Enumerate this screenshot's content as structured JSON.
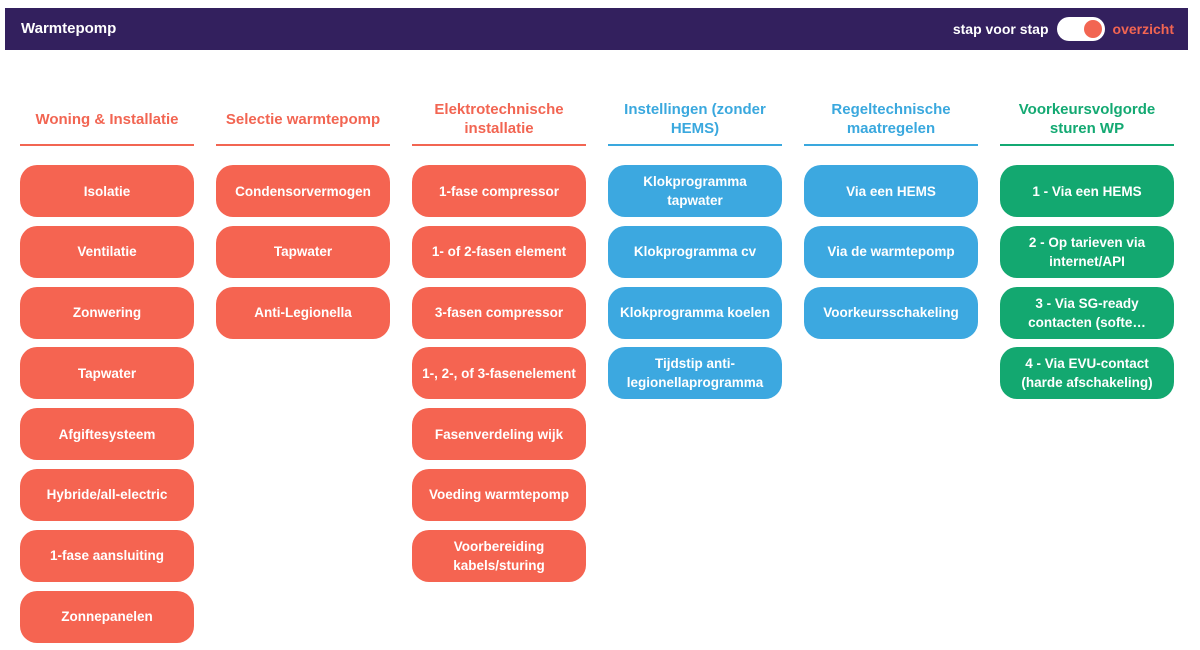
{
  "header": {
    "title": "Warmtepomp",
    "toggle_left": "stap voor stap",
    "toggle_right": "overzicht"
  },
  "colors": {
    "orange": "#f56451",
    "blue": "#3ca8e0",
    "green": "#13a870",
    "header_bg": "#33205e"
  },
  "columns": [
    {
      "title": "Woning & Installatie",
      "color": "orange",
      "items": [
        "Isolatie",
        "Ventilatie",
        "Zonwering",
        "Tapwater",
        "Afgiftesysteem",
        "Hybride/all-electric",
        "1-fase aansluiting",
        "Zonnepanelen"
      ]
    },
    {
      "title": "Selectie warmtepomp",
      "color": "orange",
      "items": [
        "Condensorvermogen",
        "Tapwater",
        "Anti-Legionella"
      ]
    },
    {
      "title": "Elektrotechnische installatie",
      "color": "orange",
      "items": [
        "1-fase compressor",
        "1- of 2-fasen element",
        "3-fasen compressor",
        "1-, 2-, of 3-fasenelement",
        "Fasenverdeling wijk",
        "Voeding warmtepomp",
        "Voorbereiding kabels/sturing"
      ]
    },
    {
      "title": "Instellingen (zonder HEMS)",
      "color": "blue",
      "items": [
        "Klokprogramma tapwater",
        "Klokprogramma cv",
        "Klokprogramma koelen",
        "Tijdstip anti-legionellaprogramma"
      ]
    },
    {
      "title": "Regeltechnische maatregelen",
      "color": "blue",
      "items": [
        "Via een HEMS",
        "Via de warmtepomp",
        "Voorkeursschakeling"
      ]
    },
    {
      "title": "Voorkeursvolgorde sturen WP",
      "color": "green",
      "items": [
        "1 - Via een HEMS",
        "2 - Op tarieven via internet/API",
        "3 - Via SG-ready contacten (softe…",
        "4 - Via EVU-contact (harde afschakeling)"
      ]
    }
  ]
}
